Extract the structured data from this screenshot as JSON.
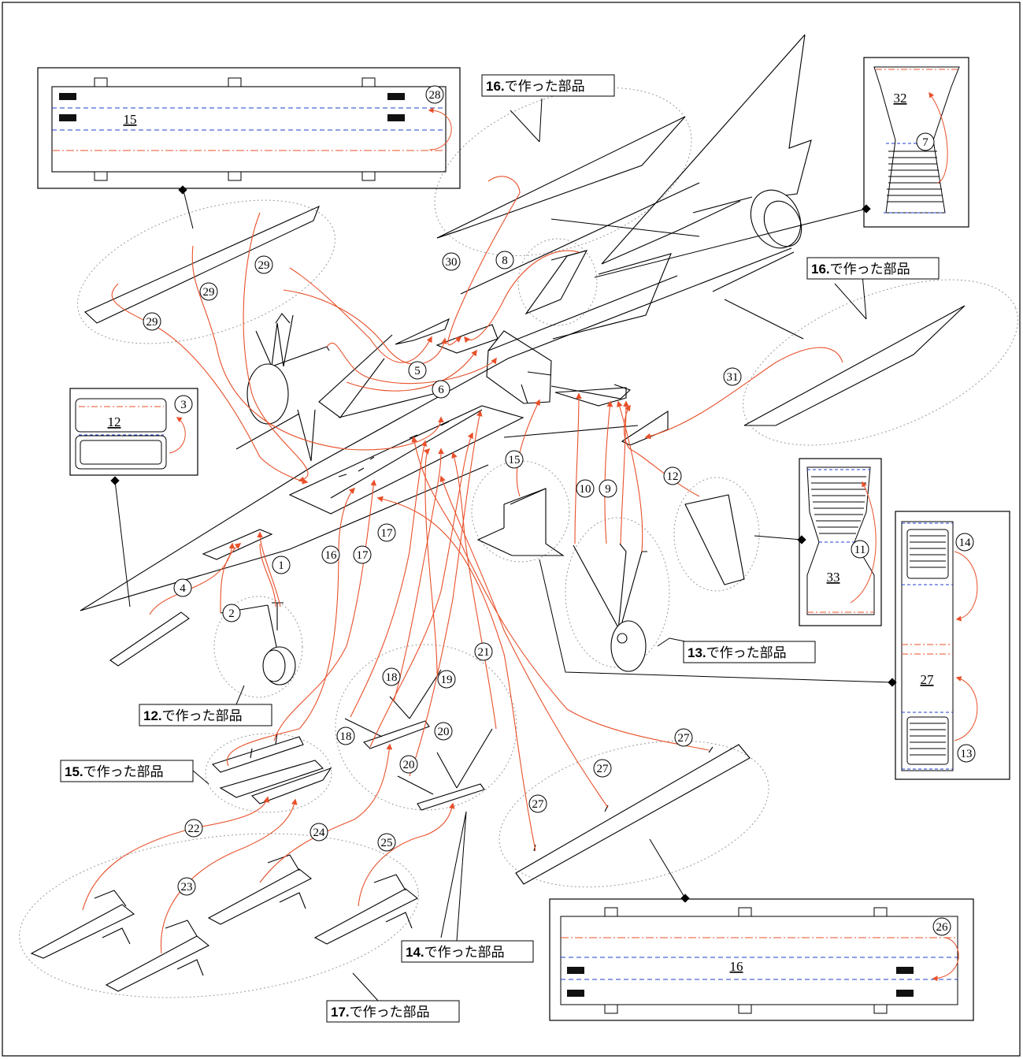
{
  "callouts": {
    "part_num_16": "16.",
    "part_num_13": "13.",
    "part_num_12": "12.",
    "part_num_15": "15.",
    "part_num_14": "14.",
    "part_num_17": "17.",
    "made_parts_text": "で作った部品"
  },
  "panels": {
    "p15": "15",
    "p32": "32",
    "p12": "12",
    "p33": "33",
    "p27": "27",
    "p16": "16"
  },
  "markers": [
    "1",
    "2",
    "3",
    "4",
    "5",
    "6",
    "7",
    "8",
    "9",
    "10",
    "11",
    "12",
    "13",
    "14",
    "15",
    "16",
    "17",
    "18",
    "19",
    "20",
    "21",
    "22",
    "23",
    "24",
    "25",
    "26",
    "27",
    "28",
    "29",
    "30",
    "31"
  ],
  "colors": {
    "outline": "#000000",
    "fold_valley": "#e8502a",
    "fold_mountain": "#1f3fcf",
    "leader": "#e8502a",
    "dotted_ellipse": "#9a9a9a"
  }
}
